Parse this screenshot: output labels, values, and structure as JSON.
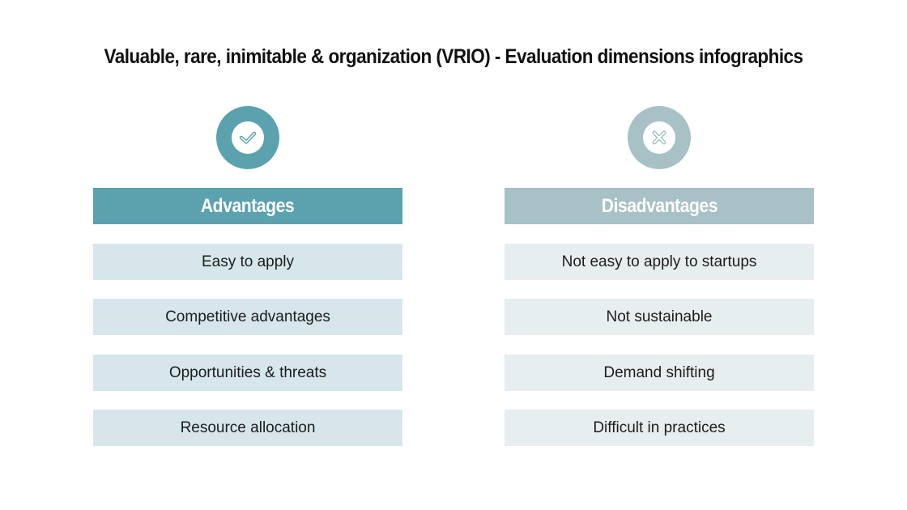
{
  "title": "Valuable, rare, inimitable & organization (VRIO) - Evaluation dimensions infographics",
  "colors": {
    "advantages_accent": "#5BA2AE",
    "advantages_item_bg": "#D6E6EB",
    "disadvantages_accent": "#A7C1C6",
    "disadvantages_item_bg": "#E7EEF0",
    "text": "#1C1C1C",
    "background": "#FFFFFF"
  },
  "advantages": {
    "icon": "check-icon",
    "header": "Advantages",
    "items": [
      "Easy to apply",
      "Competitive advantages",
      "Opportunities & threats",
      "Resource allocation"
    ]
  },
  "disadvantages": {
    "icon": "x-icon",
    "header": "Disadvantages",
    "items": [
      "Not easy to apply to startups",
      "Not sustainable",
      "Demand shifting",
      "Difficult in practices"
    ]
  }
}
